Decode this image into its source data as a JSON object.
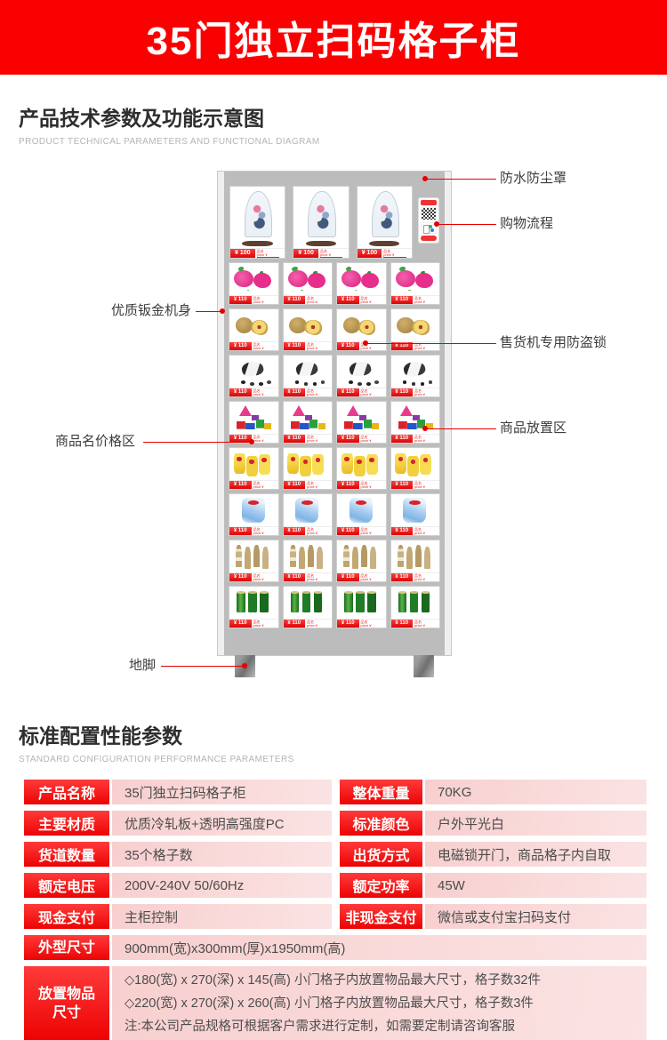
{
  "banner": {
    "title": "35门独立扫码格子柜"
  },
  "sections": {
    "diagram": {
      "title": "产品技术参数及功能示意图",
      "subtitle": "PRODUCT TECHNICAL PARAMETERS AND FUNCTIONAL DIAGRAM"
    },
    "params": {
      "title": "标准配置性能参数",
      "subtitle": "STANDARD CONFIGURATION PERFORMANCE PARAMETERS"
    }
  },
  "diagram": {
    "callouts": {
      "dust_cover": "防水防尘罩",
      "shopping_flow": "购物流程",
      "sheet_metal_body": "优质钣金机身",
      "anti_theft_lock": "售货机专用防盗锁",
      "price_area": "商品名价格区",
      "goods_area": "商品放置区",
      "feet": "地脚"
    },
    "machine": {
      "price_currency": "¥",
      "tag_label_line1": "品名",
      "tag_label_line2": "price ¥",
      "rows": [
        {
          "product": "flower-dome",
          "price": "100",
          "cells": 3,
          "big": true
        },
        {
          "product": "dragon-fruit",
          "price": "110",
          "cells": 4
        },
        {
          "product": "kiwi",
          "price": "110",
          "cells": 4
        },
        {
          "product": "robot-dog",
          "price": "110",
          "cells": 4
        },
        {
          "product": "toy-blocks",
          "price": "110",
          "cells": 4
        },
        {
          "product": "chips-yellow",
          "price": "110",
          "cells": 4
        },
        {
          "product": "chips-blue",
          "price": "110",
          "cells": 4
        },
        {
          "product": "beer-bottles",
          "price": "110",
          "cells": 4
        },
        {
          "product": "beer-cans",
          "price": "110",
          "cells": 4
        }
      ]
    }
  },
  "params_table": {
    "rows": [
      {
        "left": {
          "label": "产品名称",
          "value": "35门独立扫码格子柜"
        },
        "right": {
          "label": "整体重量",
          "value": "70KG"
        }
      },
      {
        "left": {
          "label": "主要材质",
          "value": "优质冷轧板+透明高强度PC"
        },
        "right": {
          "label": "标准颜色",
          "value": "户外平光白"
        }
      },
      {
        "left": {
          "label": "货道数量",
          "value": "35个格子数"
        },
        "right": {
          "label": "出货方式",
          "value": "电磁锁开门，商品格子内自取"
        }
      },
      {
        "left": {
          "label": "额定电压",
          "value": "200V-240V 50/60Hz"
        },
        "right": {
          "label": "额定功率",
          "value": "45W"
        }
      },
      {
        "left": {
          "label": "现金支付",
          "value": "主柜控制"
        },
        "right": {
          "label": "非现金支付",
          "value": "微信或支付宝扫码支付"
        }
      }
    ],
    "full_rows": [
      {
        "label": "外型尺寸",
        "tall": false,
        "lines": [
          "900mm(宽)x300mm(厚)x1950mm(高)"
        ]
      },
      {
        "label": "放置物品尺寸",
        "tall": true,
        "lines": [
          "◇180(宽) x 270(深) x 145(高) 小门格子内放置物品最大尺寸，格子数32件",
          "◇220(宽) x 270(深) x 260(高) 小门格子内放置物品最大尺寸，格子数3件",
          "注:本公司产品规格可根据客户需求进行定制，如需要定制请咨询客服"
        ]
      }
    ]
  },
  "colors": {
    "accent_red": "#fb0000",
    "callout_red": "#e60000",
    "table_pink": "#f8cfcf",
    "machine_gray": "#bcbcbc"
  }
}
